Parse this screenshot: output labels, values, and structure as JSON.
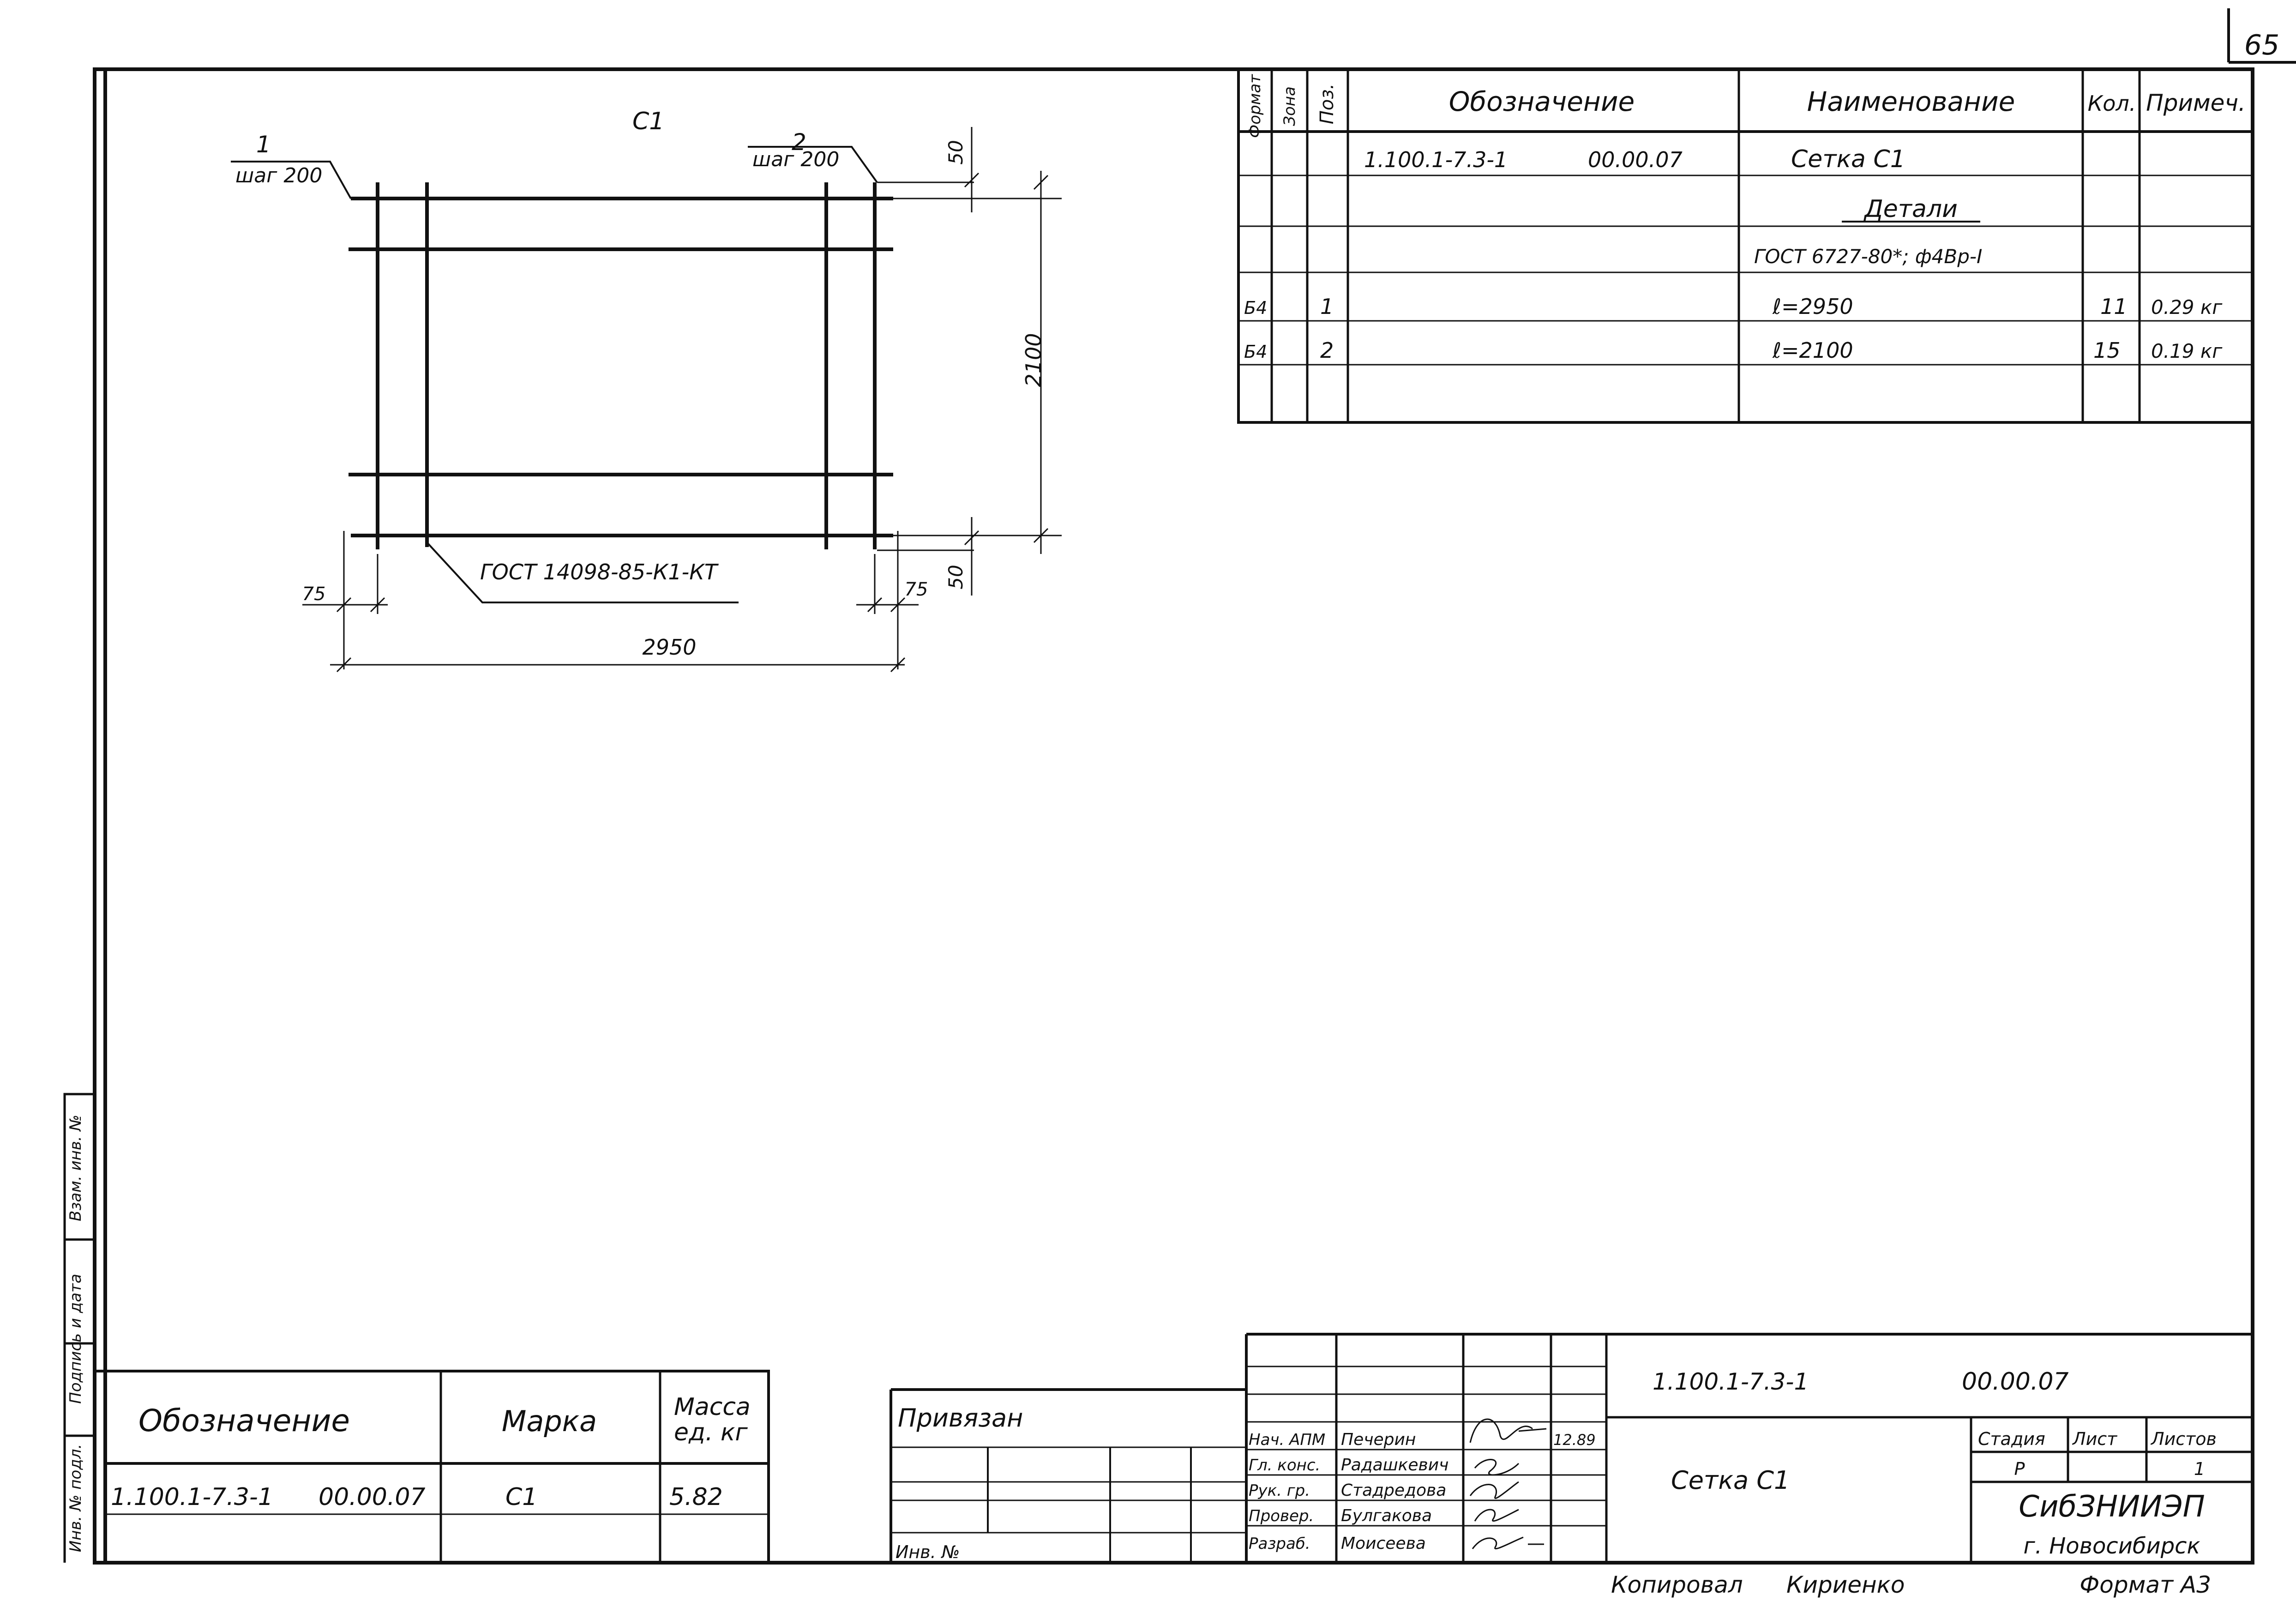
{
  "page_number": "65",
  "drawing": {
    "mark": "С1",
    "pos1": "1",
    "pos1_step": "шаг 200",
    "pos2": "2",
    "pos2_step": "шаг 200",
    "dim_height": "2100",
    "dim_top": "50",
    "dim_bottom": "50",
    "dim_left": "75",
    "dim_right": "75",
    "dim_width": "2950",
    "weld_note": "ГОСТ 14098-85-К1-КТ"
  },
  "spec": {
    "headers": {
      "format": "Формат",
      "zone": "Зона",
      "pos": "Поз.",
      "designation": "Обозначение",
      "name": "Наименование",
      "qty": "Кол.",
      "note": "Примеч."
    },
    "designation": "1.100.1-7.3-1",
    "designation_code": "00.00.07",
    "item_name": "Сетка С1",
    "section": "Детали",
    "steel_ref": "ГОСТ 6727-80*; ф4Вр-I",
    "rows": [
      {
        "format": "Б4",
        "pos": "1",
        "name": "ℓ=2950",
        "qty": "11",
        "note": "0.29 кг"
      },
      {
        "format": "Б4",
        "pos": "2",
        "name": "ℓ=2100",
        "qty": "15",
        "note": "0.19 кг"
      }
    ]
  },
  "side_stamp": {
    "inv_podl": "Инв. № подл.",
    "sign_date": "Подпись и дата",
    "vzam_inv": "Взам. инв. №"
  },
  "marks_table": {
    "col_designation": "Обозначение",
    "col_mark": "Марка",
    "col_mass_line1": "Масса",
    "col_mass_line2": "ед. кг",
    "designation": "1.100.1-7.3-1",
    "code": "00.00.07",
    "mark": "С1",
    "mass": "5.82"
  },
  "bound": {
    "title": "Привязан",
    "inv": "Инв. №"
  },
  "title_block": {
    "signatures": [
      {
        "role": "Нач. АПМ",
        "name": "Печерин",
        "date": "12.89"
      },
      {
        "role": "Гл. конс.",
        "name": "Радашкевич",
        "date": ""
      },
      {
        "role": "Рук. гр.",
        "name": "Стадредова",
        "date": ""
      },
      {
        "role": "Провер.",
        "name": "Булгакова",
        "date": ""
      },
      {
        "role": "Разраб.",
        "name": "Моисеева",
        "date": ""
      }
    ],
    "doc_number": "1.100.1-7.3-1",
    "doc_code": "00.00.07",
    "title": "Сетка С1",
    "stage_label": "Стадия",
    "sheet_label": "Лист",
    "sheets_label": "Листов",
    "stage": "Р",
    "sheets": "1",
    "org": "СибЗНИИЭП",
    "city": "г. Новосибирск"
  },
  "footer": {
    "copied_label": "Копировал",
    "copied_name": "Кириенко",
    "format": "Формат А3"
  }
}
